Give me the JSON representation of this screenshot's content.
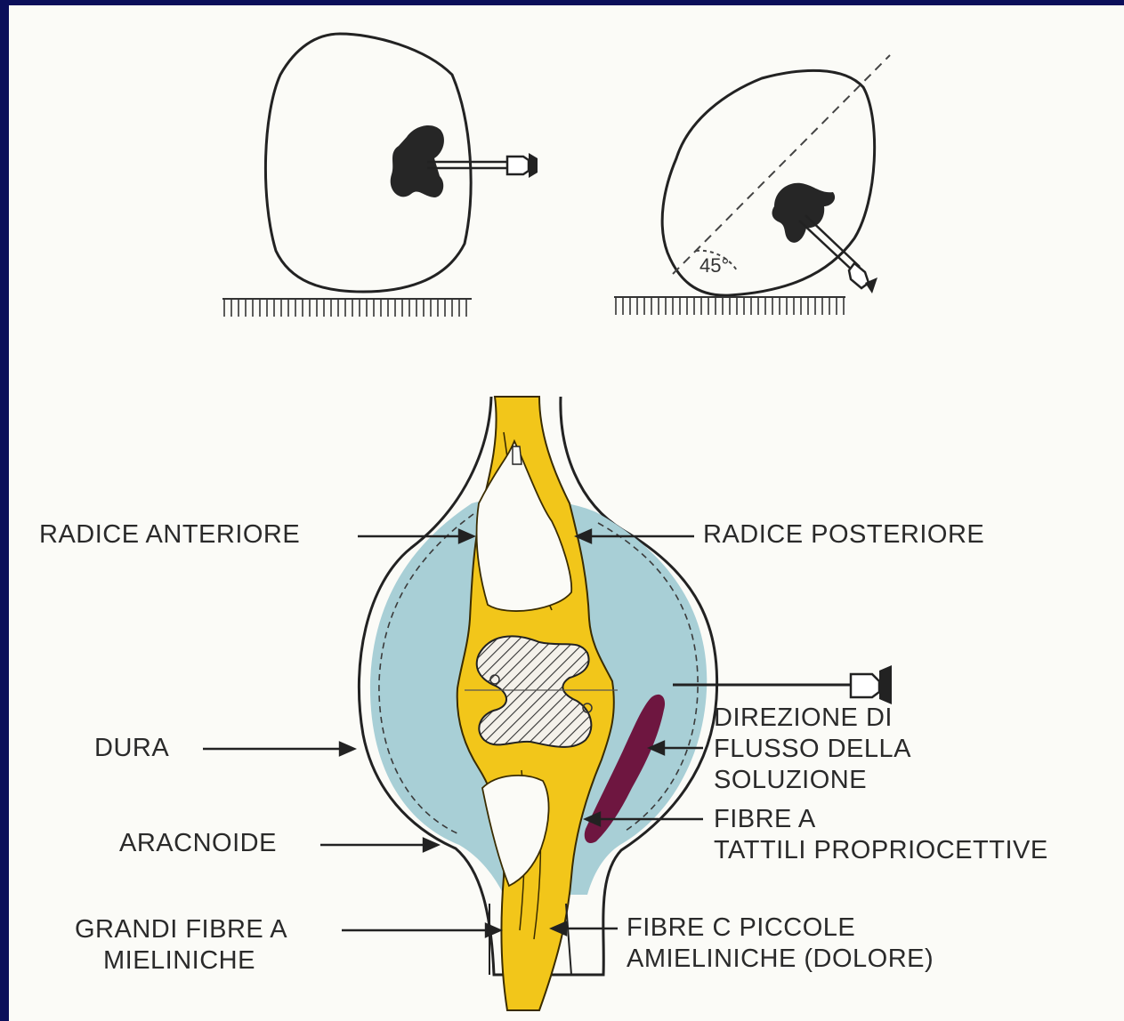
{
  "colors": {
    "background": "#0b0f5a",
    "paper": "#fbfbf7",
    "ink": "#1e1e1e",
    "nerve_yellow": "#f2c61a",
    "csf_blue": "#a8cfd6",
    "injectate_purple": "#6e1640"
  },
  "angle_label": "45°",
  "labels": {
    "anterior_root": "RADICE ANTERIORE",
    "posterior_root": "RADICE POSTERIORE",
    "dura": "DURA",
    "arachnoid": "ARACNOIDE",
    "large_fibers": [
      "GRANDI FIBRE A",
      "MIELINICHE"
    ],
    "flow_direction": [
      "DIREZIONE DI",
      "FLUSSO DELLA",
      "SOLUZIONE"
    ],
    "tactile_fibers": [
      "FIBRE A",
      "TATTILI PROPRIOCETTIVE"
    ],
    "small_c_fibers": [
      "FIBRE C PICCOLE",
      "AMIELINICHE (DOLORE)"
    ]
  }
}
